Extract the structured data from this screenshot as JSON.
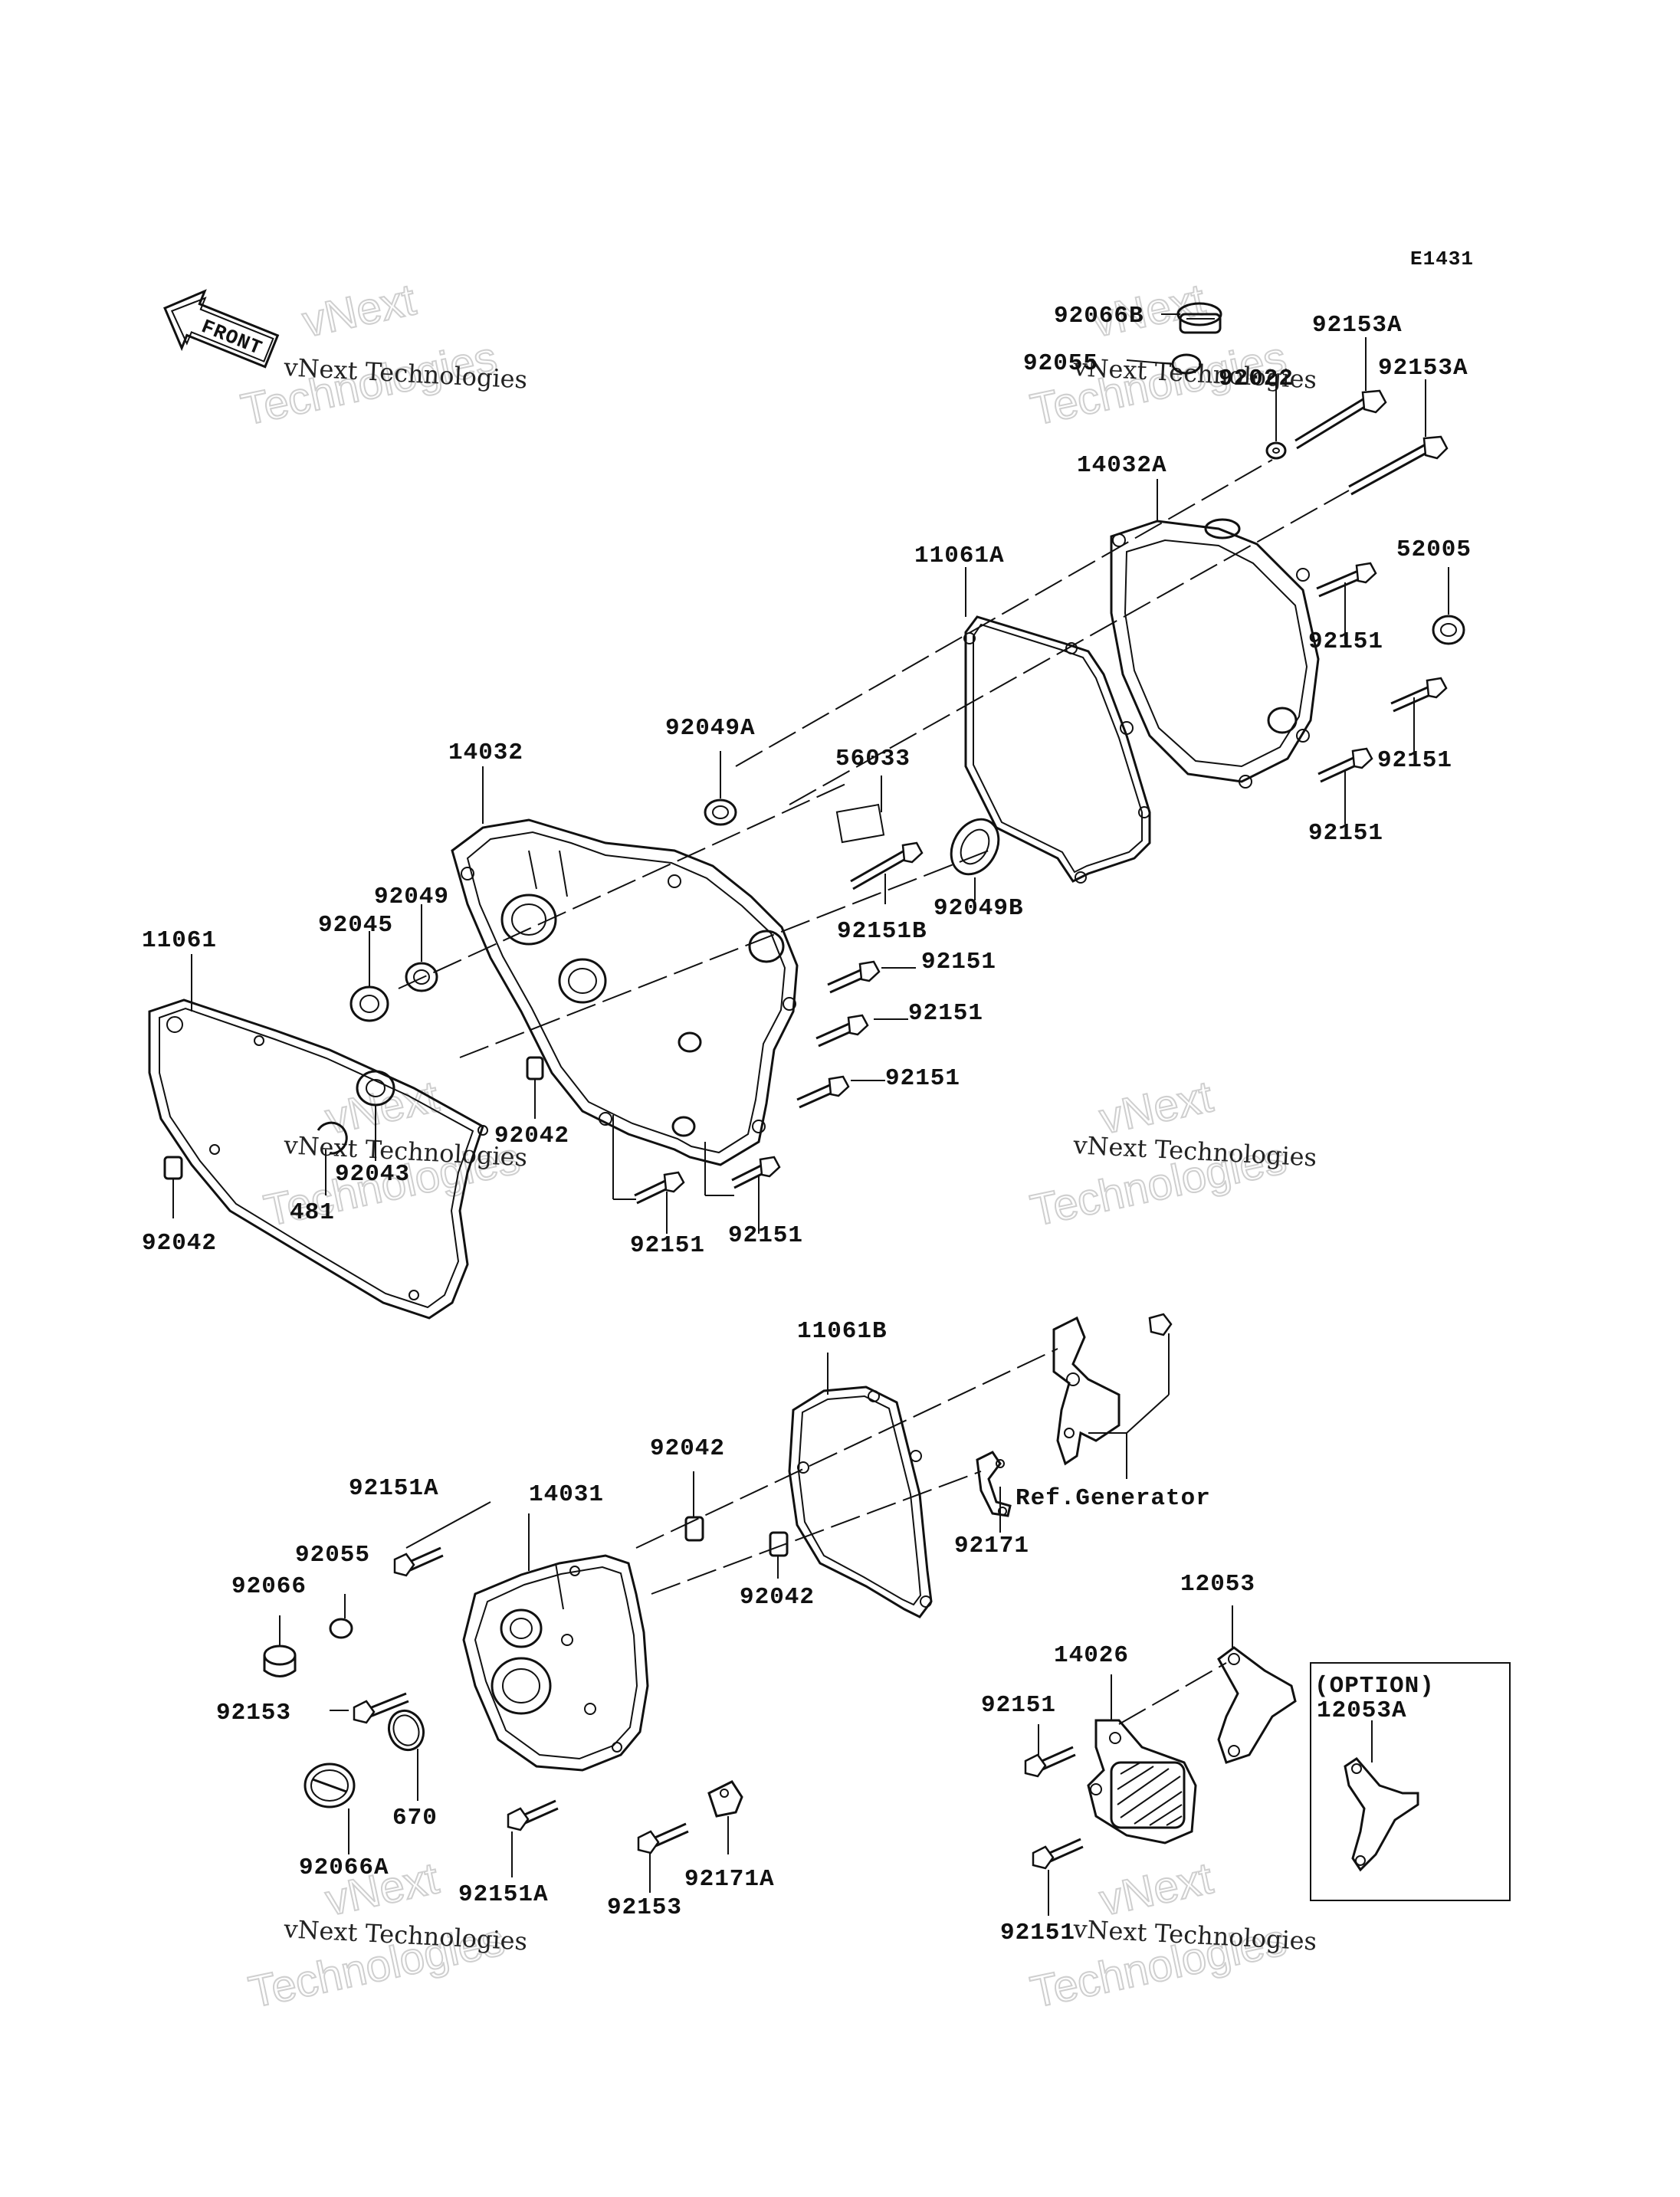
{
  "diagram_code": "E1431",
  "front_label": "FRONT",
  "watermark": {
    "line1": "vNext Technologies",
    "line2": "vNext",
    "line3": "Technologies"
  },
  "parts": {
    "p92066B": "92066B",
    "p92055_top": "92055",
    "p92022": "92022",
    "p92153A_1": "92153A",
    "p92153A_2": "92153A",
    "p14032A": "14032A",
    "p11061A": "11061A",
    "p52005": "52005",
    "p92151_r1": "92151",
    "p92151_r2": "92151",
    "p92151_r3": "92151",
    "p92049A": "92049A",
    "p56033": "56033",
    "p14032": "14032",
    "p92049": "92049",
    "p92045": "92045",
    "p11061": "11061",
    "p92151B": "92151B",
    "p92049B": "92049B",
    "p92151_m1": "92151",
    "p92151_m2": "92151",
    "p92151_m3": "92151",
    "p92042_m": "92042",
    "p92043": "92043",
    "p481": "481",
    "p92042_l": "92042",
    "p92151_b1": "92151",
    "p92151_b2": "92151",
    "p11061B": "11061B",
    "p92042_c": "92042",
    "p92151A_t": "92151A",
    "p14031": "14031",
    "p92055": "92055",
    "p92066": "92066",
    "p92153_l": "92153",
    "p670": "670",
    "p92042_c2": "92042",
    "p92171": "92171",
    "ref_generator": "Ref.Generator",
    "p12053": "12053",
    "p14026": "14026",
    "p92151_br1": "92151",
    "p92066A": "92066A",
    "p92151A_b": "92151A",
    "p92153_b": "92153",
    "p92171A": "92171A",
    "p92151_br2": "92151",
    "option_label": "(OPTION)",
    "p12053A": "12053A"
  }
}
